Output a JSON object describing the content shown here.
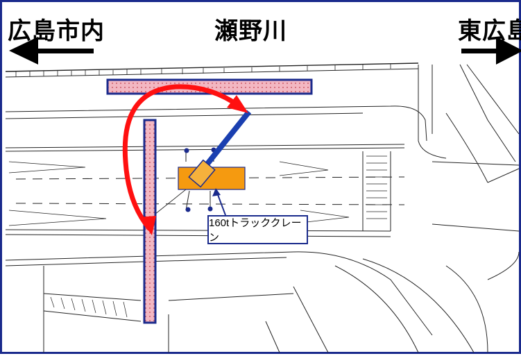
{
  "labels": {
    "left_direction": "広島市内",
    "center_river": "瀬野川",
    "right_direction": "東広島"
  },
  "callout": {
    "crane_label": "160tトラッククレーン"
  },
  "colors": {
    "frame": "#1a2a8c",
    "girder_fill": "#f0b8c0",
    "girder_outline": "#1a2a8c",
    "crane_body": "#f59a10",
    "rotation_arrow": "#ff1010",
    "boom": "#1a3fb0"
  },
  "icons": {
    "left_arrow": "arrow-left-icon",
    "right_arrow": "arrow-right-icon"
  }
}
